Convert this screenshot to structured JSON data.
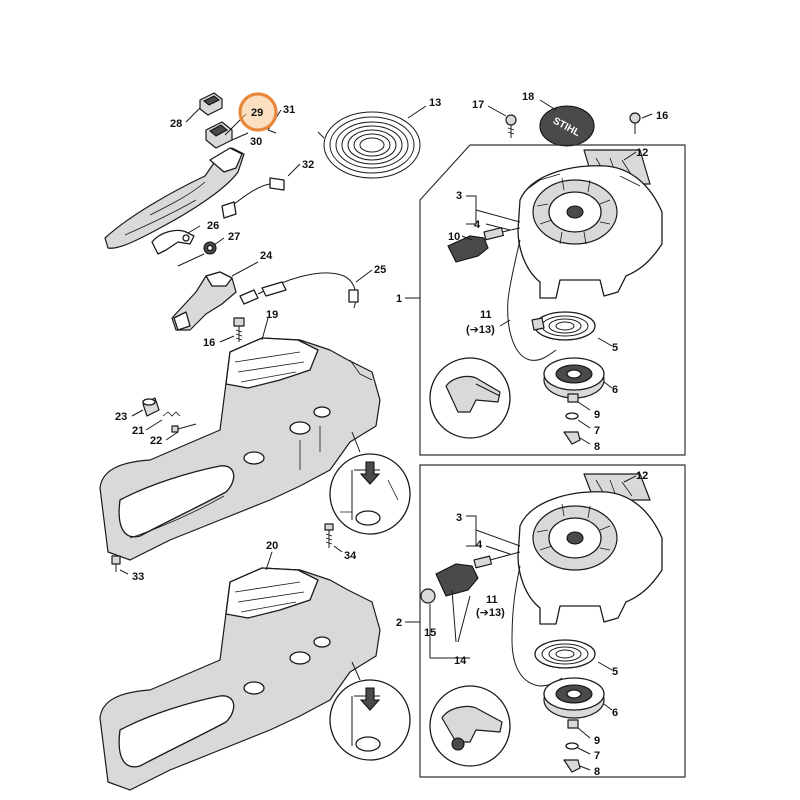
{
  "diagram": {
    "labels": {
      "p1": "1",
      "p2": "2",
      "p3a": "3",
      "p3b": "3",
      "p4a": "4",
      "p4b": "4",
      "p5a": "5",
      "p5b": "5",
      "p6a": "6",
      "p6b": "6",
      "p7a": "7",
      "p7b": "7",
      "p8a": "8",
      "p8b": "8",
      "p9a": "9",
      "p9b": "9",
      "p10": "10",
      "p11a": "11",
      "p11b": "11",
      "p11a_ref": "(➔13)",
      "p11b_ref": "(➔13)",
      "p12a": "12",
      "p12b": "12",
      "p13": "13",
      "p14": "14",
      "p15": "15",
      "p16a": "16",
      "p16b": "16",
      "p17": "17",
      "p18": "18",
      "p19": "19",
      "p20": "20",
      "p21": "21",
      "p22": "22",
      "p23": "23",
      "p24": "24",
      "p25": "25",
      "p26": "26",
      "p27": "27",
      "p28": "28",
      "p29": "29",
      "p30": "30",
      "p31": "31",
      "p32": "32",
      "p33": "33",
      "p34": "34"
    },
    "logo_text": "STIHL",
    "highlighted_part": "29",
    "highlight_color": "#e8873a"
  }
}
